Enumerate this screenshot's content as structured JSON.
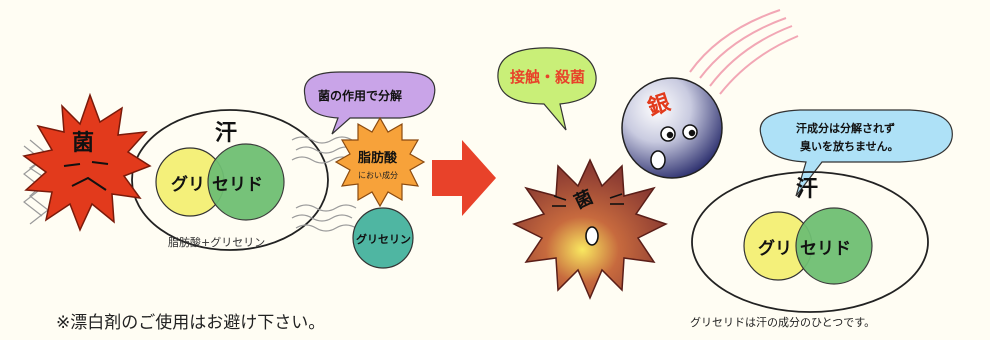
{
  "left_panel": {
    "sweat_label": "汗",
    "bacteria_label": "菌",
    "glyceride_label_1": "グリ",
    "glyceride_label_2": "セリド",
    "decomposition_bubble": "菌の作用で分解",
    "fatty_acid_label": "脂肪酸",
    "fatty_acid_sub": "におい成分",
    "glycerin_label": "グリセリン",
    "breakdown_caption": "脂肪酸+グリセリン"
  },
  "arrow_color": "#e8422a",
  "right_panel": {
    "contact_bubble": "接触・殺菌",
    "silver_label": "銀",
    "bacteria_label": "菌",
    "info_bubble_line1": "汗成分は分解されず",
    "info_bubble_line2": "臭いを放ちません。",
    "sweat_label": "汗",
    "glyceride_label_1": "グリ",
    "glyceride_label_2": "セリド"
  },
  "footer": {
    "warning": "※漂白剤のご使用はお避け下さい。",
    "note": "グリセリドは汗の成分のひとつです。"
  },
  "colors": {
    "yellow": "#f4f07a",
    "green": "#6fbf73",
    "starburst_red": "#e23a1c",
    "orange": "#f7a23a",
    "teal": "#4fb6a2",
    "bubble_purple": "#c9a4e8",
    "bubble_green": "#c9ef78",
    "bubble_blue": "#aee1f7",
    "pink_lines": "#f2a7b5",
    "starburst_brown": "#8a3a32"
  }
}
